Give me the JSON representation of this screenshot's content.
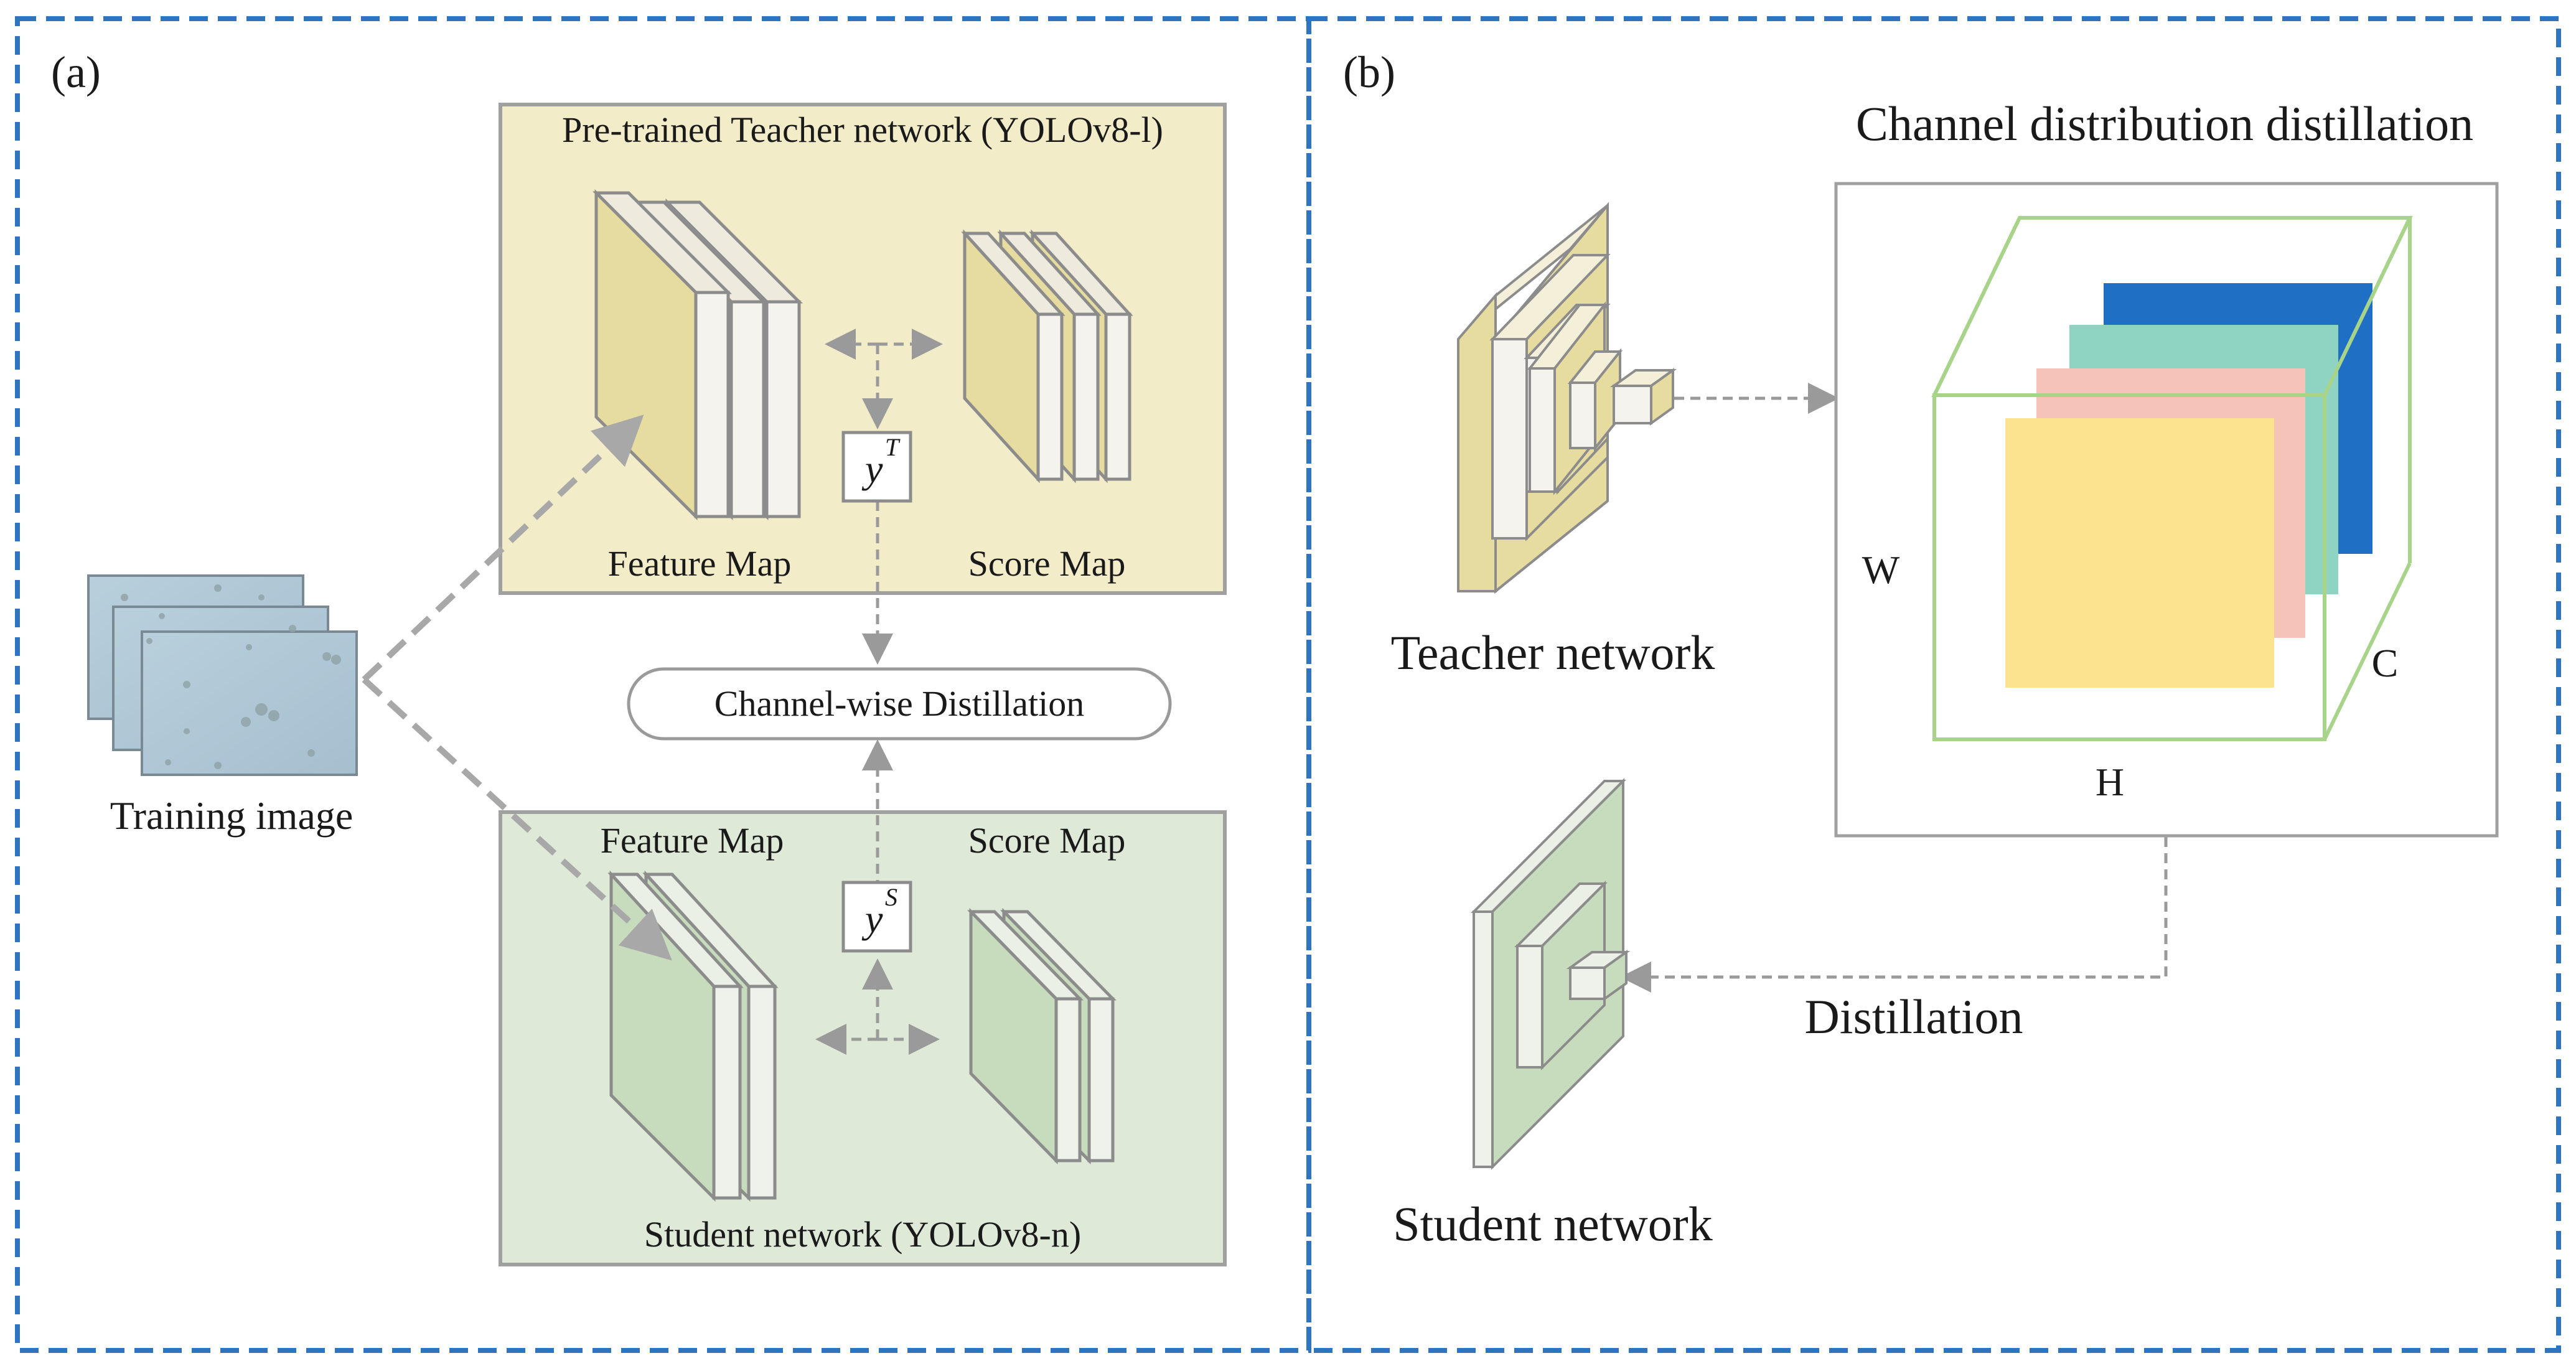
{
  "panel_a": {
    "tag": "(a)",
    "teacher_title": "Pre-trained Teacher network (YOLOv8-l)",
    "teacher_feature_label": "Feature Map",
    "teacher_score_label": "Score Map",
    "y_teacher": "y",
    "y_teacher_sup": "T",
    "distill_label": "Channel-wise Distillation",
    "student_feature_label": "Feature Map",
    "student_score_label": "Score Map",
    "y_student": "y",
    "y_student_sup": "S",
    "student_title": "Student network (YOLOv8-n)",
    "training_label": "Training image"
  },
  "panel_b": {
    "tag": "(b)",
    "title": "Channel distribution distillation",
    "teacher_label": "Teacher network",
    "student_label": "Student network",
    "distill_label": "Distillation",
    "axis_w": "W",
    "axis_h": "H",
    "axis_c": "C"
  },
  "colors": {
    "frame": "#2f74c0",
    "teacher_fill": "#f2ecc9",
    "teacher_block": "#e6dca0",
    "student_fill": "#dfe9d8",
    "student_block": "#c6dcbc",
    "ch_blue": "#1f6fc5",
    "ch_teal": "#8fd3c2",
    "ch_pink": "#f6c3b8",
    "ch_yellow": "#fce38f",
    "cube": "#a8d48a"
  }
}
